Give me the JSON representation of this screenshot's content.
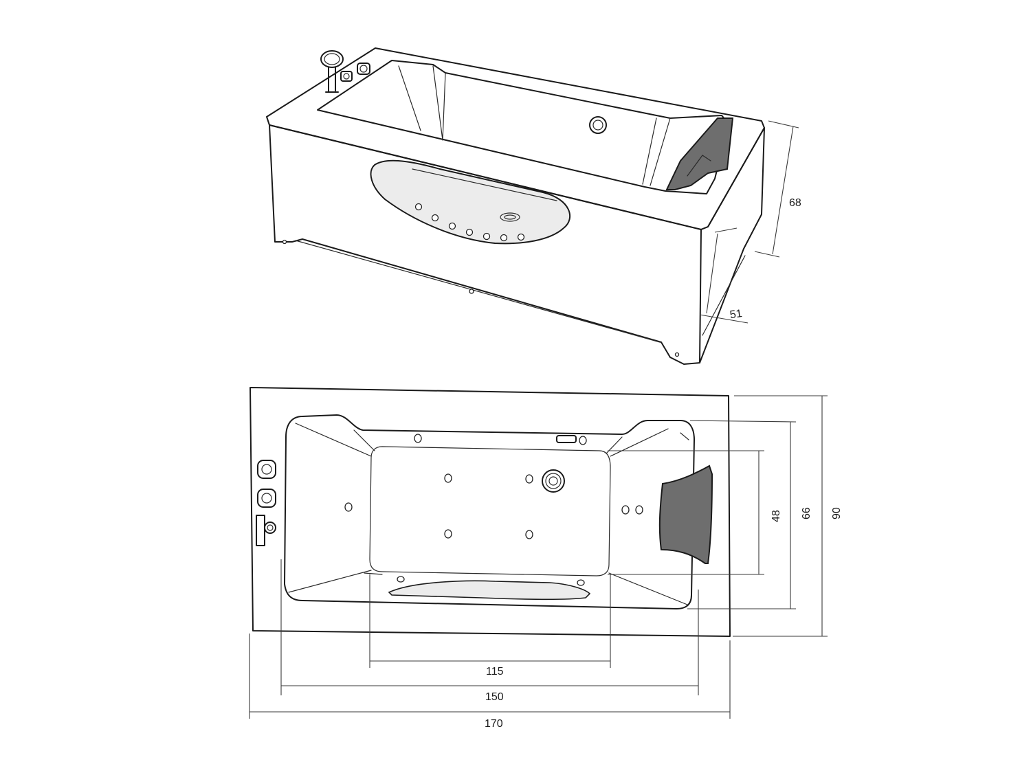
{
  "dimensions": {
    "height": "68",
    "step_height": "51",
    "inner_width_small": "48",
    "inner_width": "66",
    "outer_width": "90",
    "seat_length": "115",
    "inner_length": "150",
    "outer_length": "170"
  },
  "colors": {
    "line": "#1a1a1a",
    "pillow": "#6e6e6e",
    "window": "#ececec"
  }
}
